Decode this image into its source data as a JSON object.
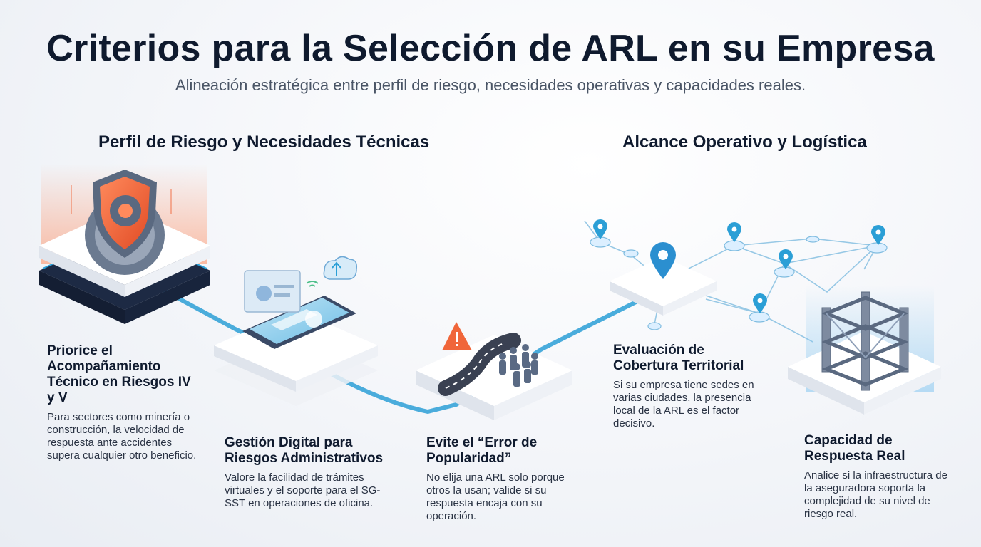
{
  "header": {
    "title": "Criterios para la Selección de ARL en su Empresa",
    "subtitle": "Alineación estratégica entre perfil de riesgo, necesidades operativas y capacidades reales."
  },
  "sections": {
    "left": "Perfil de Riesgo y Necesidades Técnicas",
    "right": "Alcance Operativo y Logística"
  },
  "cards": [
    {
      "title": "Priorice el Acompañamiento Técnico en Riesgos IV y V",
      "description": "Para sectores como minería o construcción, la velocidad de respuesta ante accidentes supera cualquier otro beneficio."
    },
    {
      "title": "Gestión Digital para Riesgos Administrativos",
      "description": "Valore la facilidad de trámites virtuales y el soporte para el SG-SST en operaciones de oficina."
    },
    {
      "title": "Evite el “Error de Popularidad”",
      "description": "No elija una ARL solo porque otros la usan; valide si su respuesta encaja con su operación."
    },
    {
      "title": "Evaluación de Cobertura Territorial",
      "description": "Si su empresa tiene sedes en varias ciudades, la presencia local de la ARL es el factor decisivo."
    },
    {
      "title": "Capacidad de Respuesta Real",
      "description": "Analice si la infraestructura de la aseguradora soporta la complejidad de su nivel de riesgo real."
    }
  ],
  "icons": {
    "shield": "shield-gear-icon",
    "tablet": "digital-tablet-icon",
    "warning": "warning-icon",
    "pin": "location-pin-icon",
    "structure": "infrastructure-icon"
  },
  "colors": {
    "accent_blue": "#2b9fd6",
    "accent_orange": "#f0663a",
    "dark_navy": "#0f1a2e"
  }
}
